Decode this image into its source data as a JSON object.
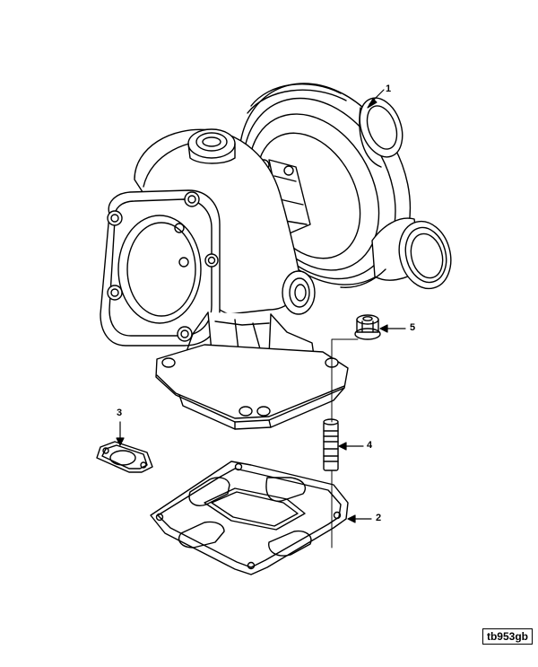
{
  "callouts": {
    "c1": "1",
    "c2": "2",
    "c3": "3",
    "c4": "4",
    "c5": "5"
  },
  "figure_id": "tb953gb",
  "colors": {
    "ink": "#000000",
    "paper": "#ffffff"
  }
}
